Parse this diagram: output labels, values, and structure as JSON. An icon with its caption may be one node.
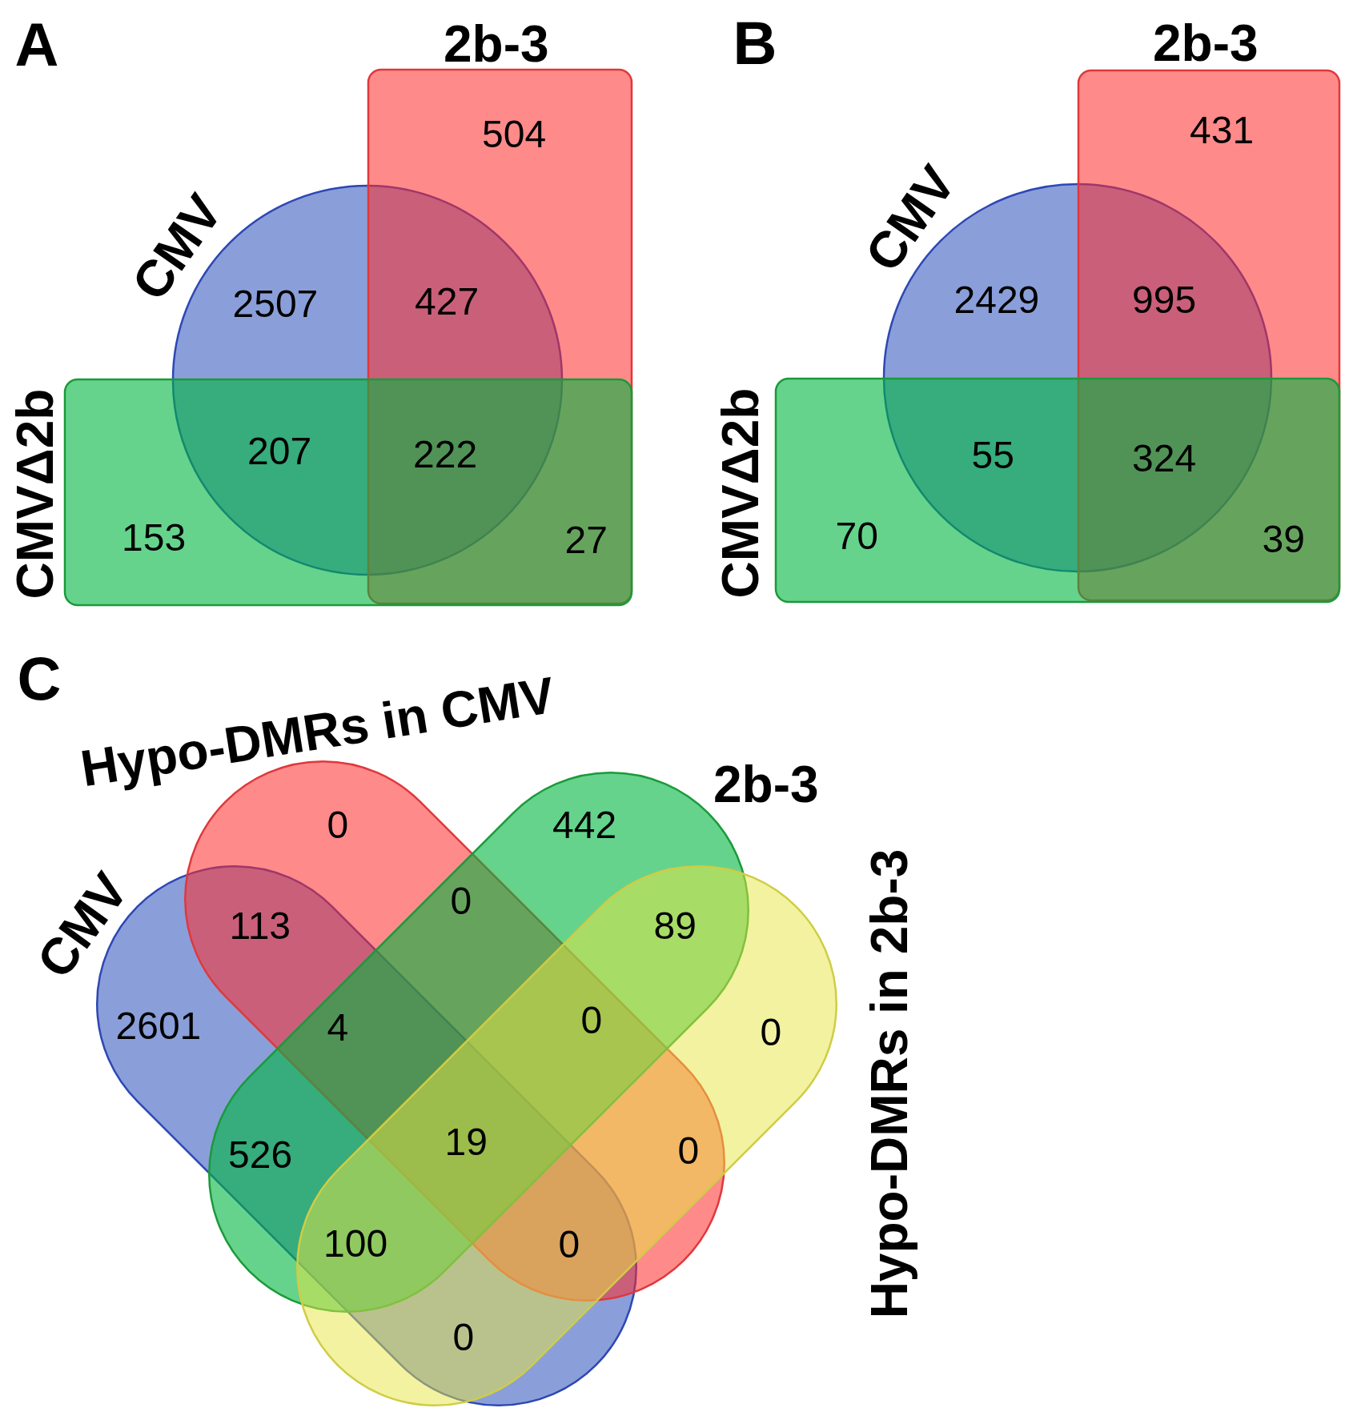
{
  "diagram": {
    "nodes": [
      {
        "text": [
          "2b-3"
        ]
      },
      {
        "text": [
          "CMV"
        ]
      },
      {
        "text": [
          "CMVΔ2b"
        ]
      },
      {
        "text": [
          "2b-3"
        ]
      },
      {
        "text": [
          "CMV"
        ]
      },
      {
        "text": [
          "CMVΔ2b"
        ]
      },
      {
        "text": [
          "Hypo-DMRs in CMV"
        ]
      },
      {
        "text": [
          "2b-3"
        ]
      },
      {
        "text": [
          "CMV"
        ]
      },
      {
        "text": [
          "Hypo-DMRs in 2b-3"
        ]
      }
    ],
    "labels": [
      "A",
      "504",
      "2507",
      "427",
      "207",
      "222",
      "153",
      "27",
      "B",
      "431",
      "2429",
      "995",
      "55",
      "324",
      "70",
      "39",
      "C",
      "0",
      "442",
      "113",
      "0",
      "89",
      "2601",
      "4",
      "0",
      "0",
      "526",
      "19",
      "0",
      "100",
      "0",
      "0"
    ]
  }
}
